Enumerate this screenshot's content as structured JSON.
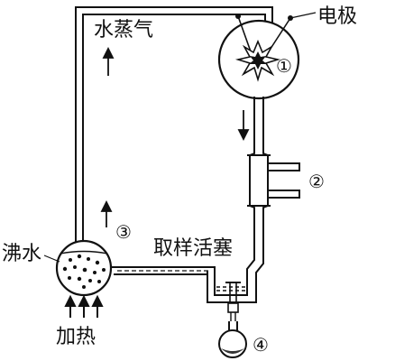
{
  "labels": {
    "steam": "水蒸气",
    "electrode": "电极",
    "boiling_water": "沸水",
    "heating": "加热",
    "sampling_stopcock": "取样活塞"
  },
  "markers": {
    "m1": "①",
    "m2": "②",
    "m3": "③",
    "m4": "④"
  }
}
